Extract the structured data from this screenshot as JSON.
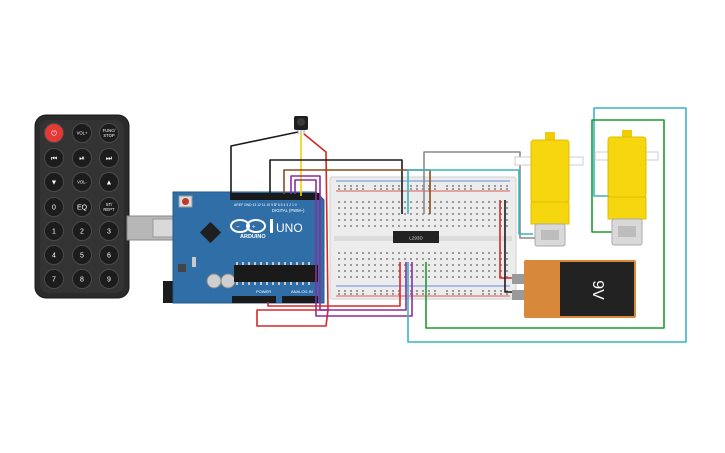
{
  "remote": {
    "buttons": [
      {
        "id": "power",
        "label": "⏻",
        "kind": "power"
      },
      {
        "id": "vol-up",
        "label": "VOL+",
        "kind": "round"
      },
      {
        "id": "func-stop",
        "label": "FUNC/\nSTOP",
        "kind": "round"
      },
      {
        "id": "prev",
        "label": "⏮",
        "kind": "round"
      },
      {
        "id": "play-pause",
        "label": "⏯",
        "kind": "round"
      },
      {
        "id": "next",
        "label": "⏭",
        "kind": "round"
      },
      {
        "id": "down",
        "label": "▼",
        "kind": "round"
      },
      {
        "id": "vol-down",
        "label": "VOL-",
        "kind": "round"
      },
      {
        "id": "up",
        "label": "▲",
        "kind": "round"
      },
      {
        "id": "0",
        "label": "0",
        "kind": "round"
      },
      {
        "id": "eq",
        "label": "EQ",
        "kind": "round"
      },
      {
        "id": "st-rept",
        "label": "ST/\nREPT",
        "kind": "round"
      },
      {
        "id": "1",
        "label": "1",
        "kind": "round"
      },
      {
        "id": "2",
        "label": "2",
        "kind": "round"
      },
      {
        "id": "3",
        "label": "3",
        "kind": "round"
      },
      {
        "id": "4",
        "label": "4",
        "kind": "round"
      },
      {
        "id": "5",
        "label": "5",
        "kind": "round"
      },
      {
        "id": "6",
        "label": "6",
        "kind": "round"
      },
      {
        "id": "7",
        "label": "7",
        "kind": "round"
      },
      {
        "id": "8",
        "label": "8",
        "kind": "round"
      },
      {
        "id": "9",
        "label": "9",
        "kind": "round"
      }
    ]
  },
  "arduino": {
    "brand": "ARDUINO",
    "model": "UNO",
    "digital_label": "DIGITAL (PWM~)",
    "power_label": "POWER",
    "analog_label": "ANALOG IN"
  },
  "driver_chip": {
    "label": "L293D"
  },
  "battery": {
    "label": "9V"
  },
  "colors": {
    "board": "#2f6ea7",
    "breadboard": "#ececec",
    "motor": "#f5d60f",
    "battery_body": "#222222",
    "battery_label_bg": "#d7883a",
    "wire_red": "#d62828",
    "wire_black": "#1a1a1a",
    "wire_yellow": "#f0d000",
    "wire_brown": "#8a4b1b",
    "wire_purple": "#8e2c9c",
    "wire_green": "#1e9a2e",
    "wire_cyan": "#3bb4c1",
    "wire_gray": "#8a8a8a"
  }
}
